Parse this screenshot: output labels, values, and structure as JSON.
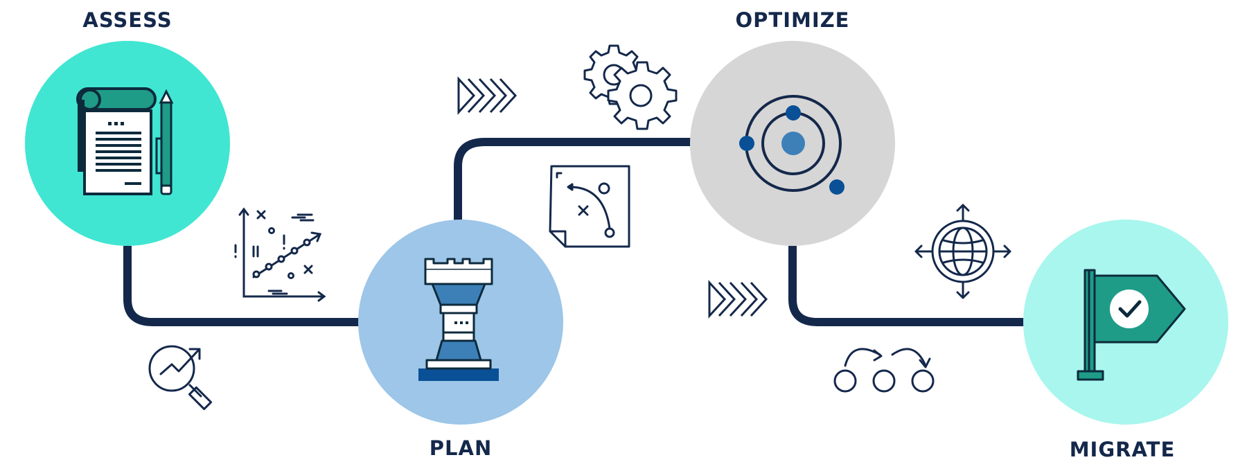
{
  "stages": {
    "assess": {
      "label": "ASSESS"
    },
    "plan": {
      "label": "PLAN"
    },
    "optimize": {
      "label": "OPTIMIZE"
    },
    "migrate": {
      "label": "MIGRATE"
    }
  },
  "colors": {
    "navy": "#14284b",
    "assess_circle": "#40e6d2",
    "plan_circle": "#9dc6e8",
    "optimize_circle": "#d6d6d6",
    "migrate_circle": "#a8f6ee",
    "teal": "#1f9c88",
    "blue": "#3d80b8",
    "dark_blue": "#0a5096"
  },
  "icons": [
    "document-pen-icon",
    "line-chart-icon",
    "magnifier-trend-icon",
    "chess-rook-icon",
    "chevrons-icon",
    "gears-icon",
    "strategy-board-icon",
    "orbit-icon",
    "globe-arrows-icon",
    "process-flow-icon",
    "flag-check-icon"
  ]
}
